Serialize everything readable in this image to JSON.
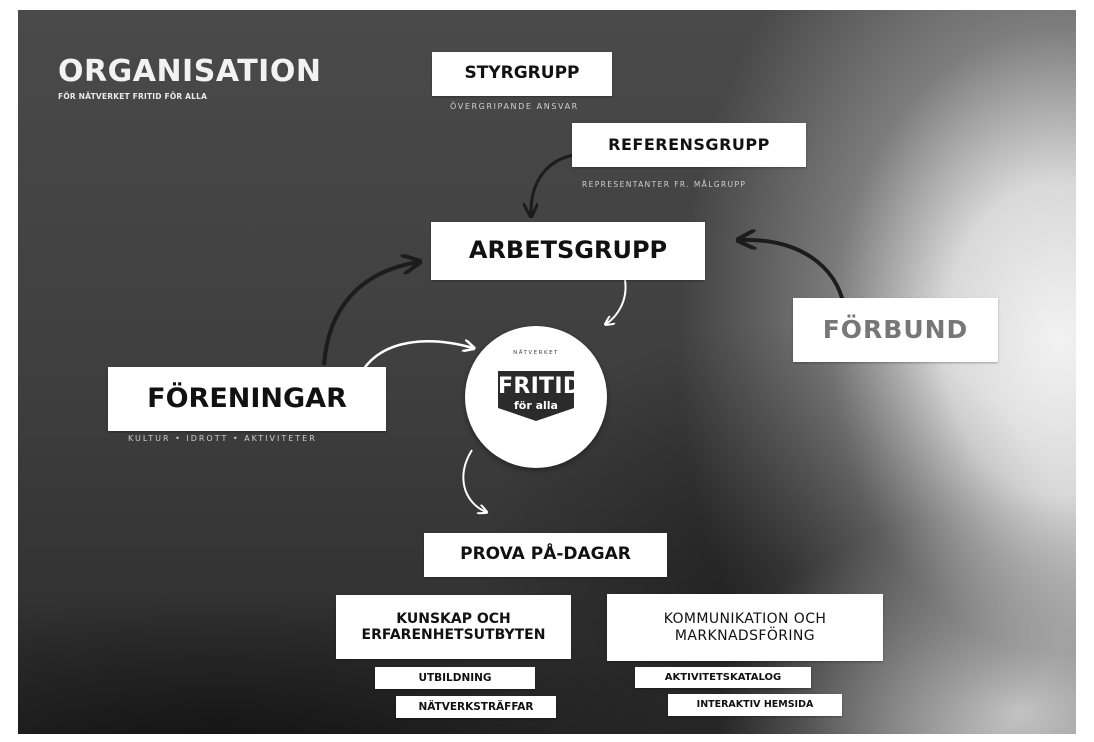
{
  "header": {
    "title": "ORGANISATION",
    "subtitle": "FÖR NÄTVERKET FRITID FÖR ALLA"
  },
  "nodes": {
    "styrgrupp": {
      "label": "STYRGRUPP",
      "sub": "ÖVERGRIPANDE ANSVAR"
    },
    "referensgrupp": {
      "label": "REFERENSGRUPP",
      "sub": "REPRESENTANTER FR. MÅLGRUPP"
    },
    "arbetsgrupp": {
      "label": "ARBETSGRUPP"
    },
    "forbund": {
      "label": "FÖRBUND"
    },
    "foreningar": {
      "label": "FÖRENINGAR",
      "sub": "KULTUR • IDROTT • AKTIVITETER"
    },
    "prova": {
      "label": "PROVA PÅ-DAGAR"
    },
    "kunskap": {
      "label_line1": "KUNSKAP OCH",
      "label_line2": "ERFARENHETSUTBYTEN",
      "items": [
        "UTBILDNING",
        "NÄTVERKSTRÄFFAR"
      ]
    },
    "kommunikation": {
      "label_line1": "KOMMUNIKATION OCH",
      "label_line2": "MARKNADSFÖRING",
      "items": [
        "AKTIVITETSKATALOG",
        "INTERAKTIV HEMSIDA"
      ]
    }
  },
  "logo": {
    "small_text": "NÄTVERKET",
    "main_text": "FRITID",
    "sub_text": "för alla"
  },
  "colors": {
    "background": "#3f3f3f",
    "box": "#ffffff",
    "text": "#111111",
    "arrow_dark": "#1c1c1c",
    "arrow_light": "#ffffff"
  }
}
